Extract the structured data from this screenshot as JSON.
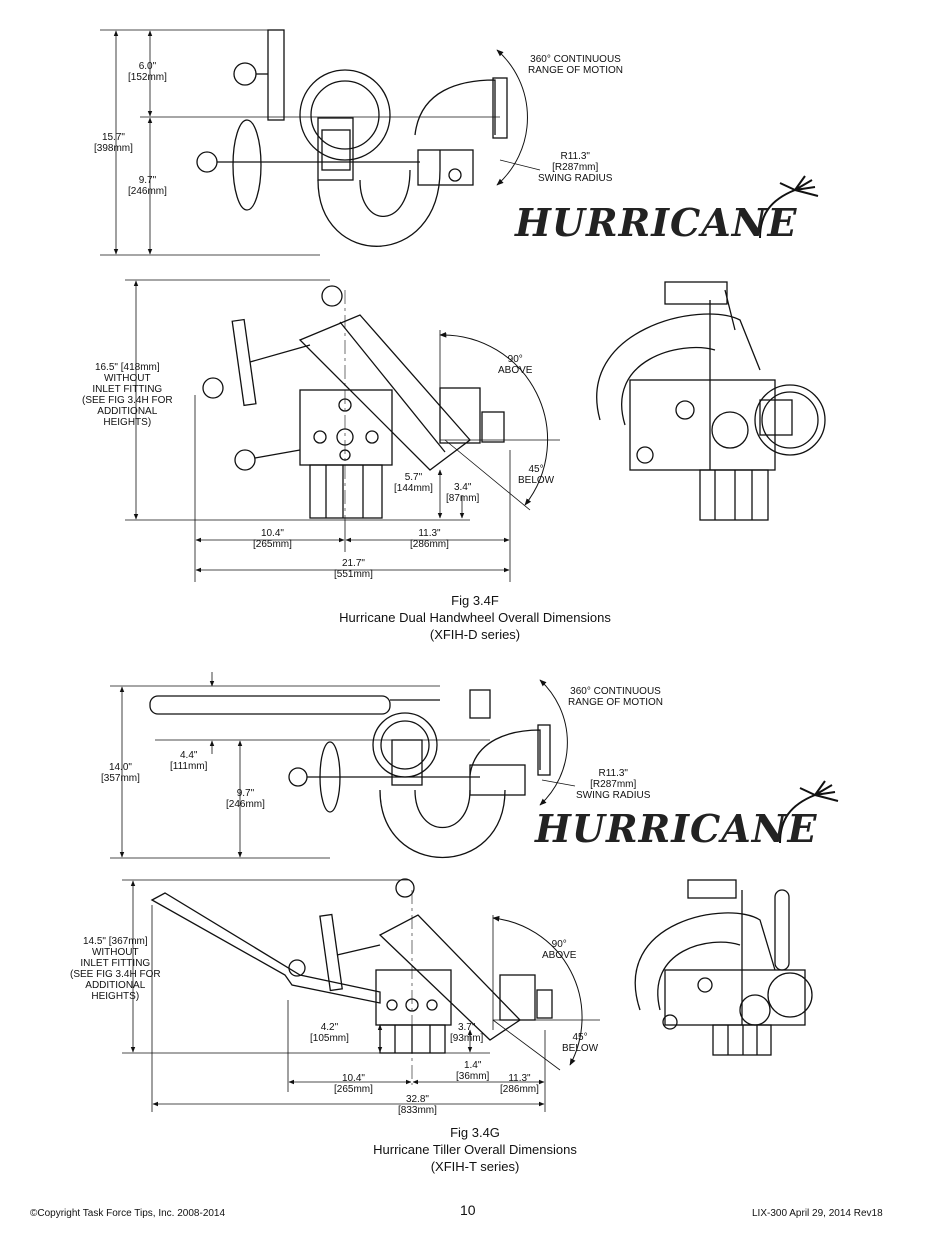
{
  "fig_f": {
    "top_view": {
      "dim_top": [
        "6.0\"",
        "[152mm]"
      ],
      "dim_total": [
        "15.7\"",
        "[398mm]"
      ],
      "dim_mid": [
        "9.7\"",
        "[246mm]"
      ],
      "rotation": [
        "360° CONTINUOUS",
        "RANGE OF MOTION"
      ],
      "swing": [
        "R11.3\"",
        "[R287mm]",
        "SWING RADIUS"
      ],
      "logo": "HURRICANE"
    },
    "side_view": {
      "height": [
        "16.5\" [418mm]",
        "WITHOUT",
        "INLET FITTING",
        "(SEE FIG 3.4H FOR",
        "ADDITIONAL",
        "HEIGHTS)"
      ],
      "above": [
        "90°",
        "ABOVE"
      ],
      "below": [
        "45°",
        "BELOW"
      ],
      "d1": [
        "5.7\"",
        "[144mm]"
      ],
      "d2": [
        "3.4\"",
        "[87mm]"
      ],
      "w1": [
        "10.4\"",
        "[265mm]"
      ],
      "w2": [
        "11.3\"",
        "[286mm]"
      ],
      "w_total": [
        "21.7\"",
        "[551mm]"
      ]
    },
    "caption": [
      "Fig 3.4F",
      "Hurricane Dual Handwheel Overall Dimensions",
      "(XFIH-D series)"
    ]
  },
  "fig_g": {
    "top_view": {
      "dim_total": [
        "14.0\"",
        "[357mm]"
      ],
      "dim_a": [
        "4.4\"",
        "[111mm]"
      ],
      "dim_b": [
        "9.7\"",
        "[246mm]"
      ],
      "rotation": [
        "360° CONTINUOUS",
        "RANGE OF MOTION"
      ],
      "swing": [
        "R11.3\"",
        "[R287mm]",
        "SWING RADIUS"
      ],
      "logo": "HURRICANE"
    },
    "side_view": {
      "height": [
        "14.5\" [367mm]",
        "WITHOUT",
        "INLET FITTING",
        "(SEE FIG 3.4H FOR",
        "ADDITIONAL",
        "HEIGHTS)"
      ],
      "above": [
        "90°",
        "ABOVE"
      ],
      "below": [
        "45°",
        "BELOW"
      ],
      "d1": [
        "4.2\"",
        "[105mm]"
      ],
      "d2": [
        "3.7\"",
        "[93mm]"
      ],
      "d3": [
        "1.4\"",
        "[36mm]"
      ],
      "w1": [
        "10.4\"",
        "[265mm]"
      ],
      "w2": [
        "11.3\"",
        "[286mm]"
      ],
      "w_total": [
        "32.8\"",
        "[833mm]"
      ]
    },
    "caption": [
      "Fig 3.4G",
      "Hurricane Tiller Overall Dimensions",
      "(XFIH-T series)"
    ]
  },
  "footer": {
    "copyright": "©Copyright Task Force Tips, Inc. 2008-2014",
    "page": "10",
    "doc": "LIX-300 April 29, 2014 Rev18"
  }
}
